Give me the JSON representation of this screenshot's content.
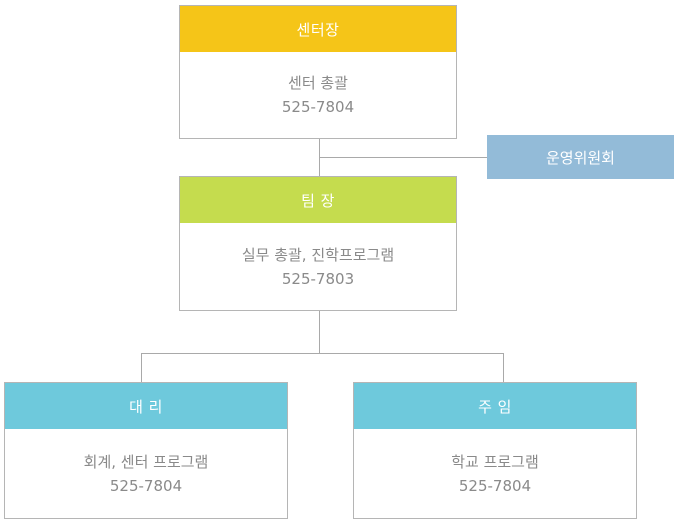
{
  "colors": {
    "director": "#f5c518",
    "leader": "#c5dc4e",
    "staff": "#6ec9dc",
    "committee": "#93bbd8",
    "border": "#b5b5b5",
    "connector": "#a9a9a9",
    "body_text": "#8a8a8a"
  },
  "director": {
    "title": "센터장",
    "role": "센터 총괄",
    "phone": "525-7804"
  },
  "committee": {
    "title": "운영위원회"
  },
  "leader": {
    "title": "팀 장",
    "role": "실무 총괄, 진학프로그램",
    "phone": "525-7803"
  },
  "assistant_manager": {
    "title": "대 리",
    "role": "회계, 센터 프로그램",
    "phone": "525-7804"
  },
  "manager": {
    "title": "주 임",
    "role": "학교 프로그램",
    "phone": "525-7804"
  }
}
